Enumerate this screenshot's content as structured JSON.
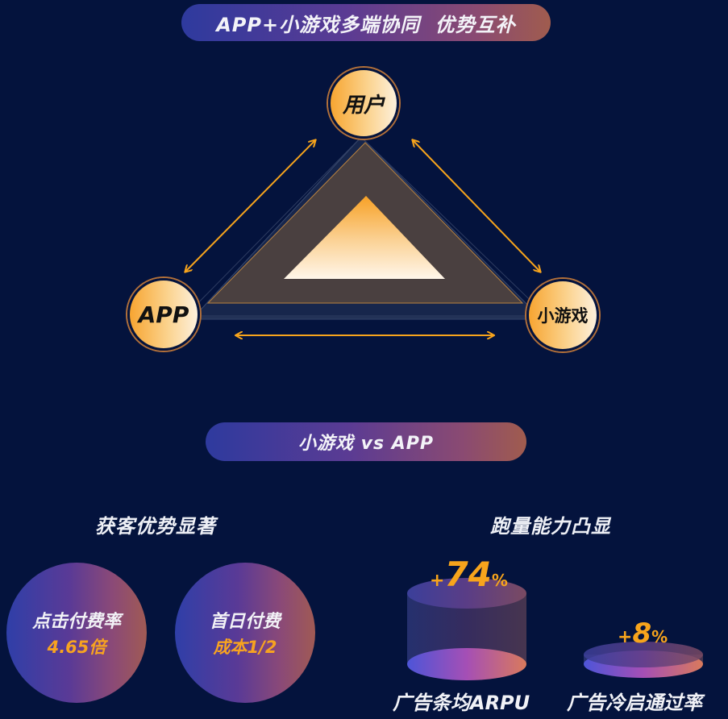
{
  "header": {
    "title": "APP+小游戏多端协同  优势互补"
  },
  "diagram": {
    "nodes": {
      "top": "用户",
      "left": "APP",
      "right": "小游戏"
    },
    "arrows": [
      "用户↔APP",
      "用户↔小游戏",
      "APP↔小游戏"
    ],
    "colors": {
      "background": "#04133d",
      "accent": "#f7a41c",
      "node_fill_start": "#f7a531",
      "node_fill_end": "#fdf0dc"
    }
  },
  "comparison": {
    "title": "小游戏 vs APP",
    "left_section": {
      "title": "获客优势显著",
      "items": [
        {
          "label": "点击付费率",
          "value": "4.65倍"
        },
        {
          "label": "首日付费",
          "value": "成本1/2"
        }
      ]
    },
    "right_section": {
      "title": "跑量能力凸显",
      "items": [
        {
          "plus": "+",
          "number": "74",
          "pct": "%",
          "label": "广告条均ARPU"
        },
        {
          "plus": "+",
          "number": "8",
          "pct": "%",
          "label": "广告冷启通过率"
        }
      ]
    }
  }
}
